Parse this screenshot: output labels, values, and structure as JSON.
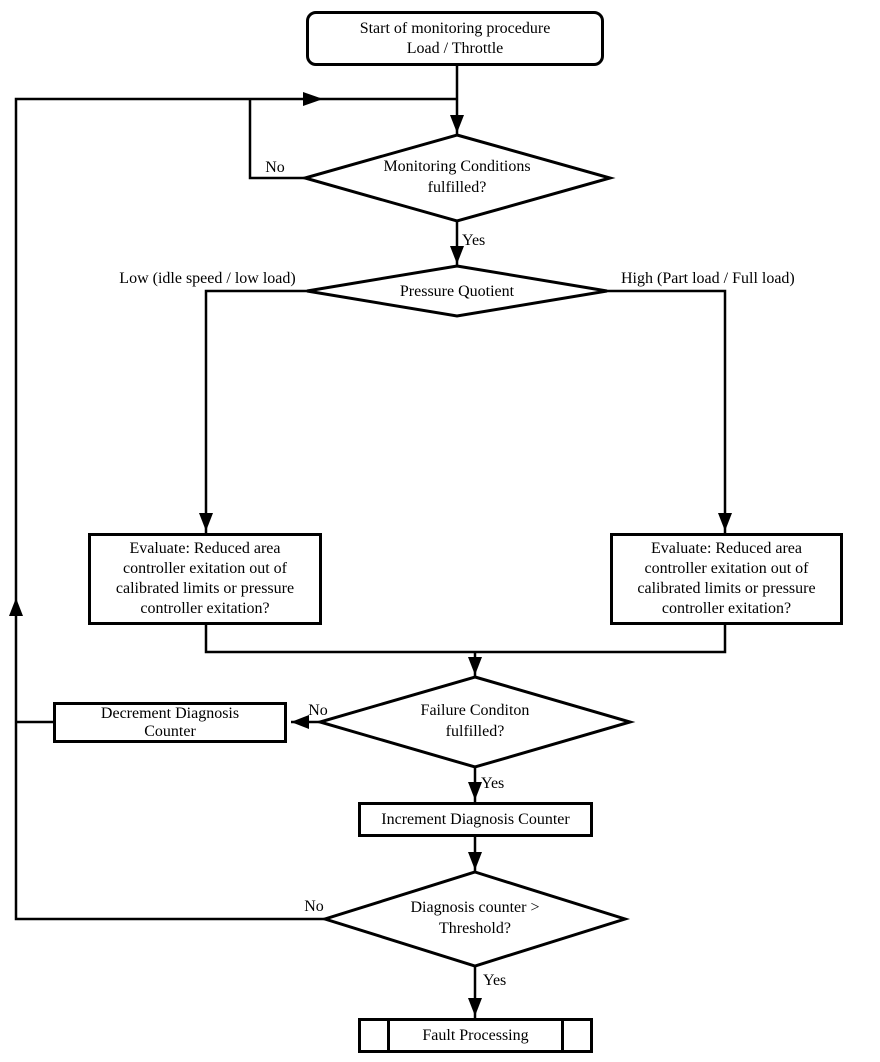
{
  "diagram": {
    "title": "Load / Throttle monitoring procedure flowchart",
    "colors": {
      "line": "#000000",
      "background": "#ffffff"
    },
    "nodes": {
      "start": {
        "type": "terminator",
        "label": "Start of monitoring procedure\nLoad / Throttle"
      },
      "monitoring_conditions": {
        "type": "decision",
        "label": "Monitoring Conditions\nfulfilled?"
      },
      "pressure_quotient": {
        "type": "decision",
        "label": "Pressure Quotient"
      },
      "evaluate_low": {
        "type": "process",
        "label": "Evaluate: Reduced area\ncontroller exitation out of\ncalibrated limits or pressure\ncontroller exitation?"
      },
      "evaluate_high": {
        "type": "process",
        "label": "Evaluate: Reduced area\ncontroller exitation out of\ncalibrated limits or pressure\ncontroller exitation?"
      },
      "failure_condition": {
        "type": "decision",
        "label": "Failure Conditon\nfulfilled?"
      },
      "decrement_counter": {
        "type": "process",
        "label": "Decrement Diagnosis\nCounter"
      },
      "increment_counter": {
        "type": "process",
        "label": "Increment Diagnosis Counter"
      },
      "counter_threshold": {
        "type": "decision",
        "label": "Diagnosis counter >\nThreshold?"
      },
      "fault_processing": {
        "type": "predefined-process",
        "label": "Fault Processing"
      }
    },
    "edge_labels": {
      "monitoring_no": "No",
      "monitoring_yes": "Yes",
      "quotient_low": "Low (idle speed / low load)",
      "quotient_high": "High (Part load / Full load)",
      "failure_no": "No",
      "failure_yes": "Yes",
      "threshold_no": "No",
      "threshold_yes": "Yes"
    }
  }
}
